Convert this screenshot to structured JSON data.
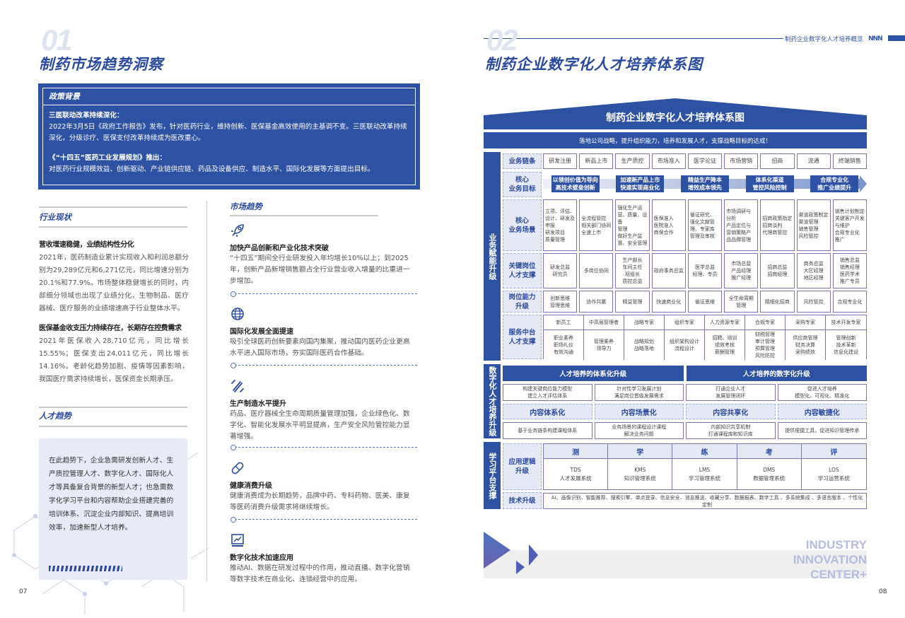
{
  "left": {
    "ghost_num": "01",
    "title": "制药市场趋势洞察",
    "policy": {
      "header": "政策背景",
      "items": [
        {
          "title": "三医联动改革持续深化：",
          "text": "2022年3月5日《政府工作报告》发布，针对医药行业，维持创新、医保基金高效使用的主基调不变。三医联动改革持续深化，分级诊疗、医保支付改革持续成为医改重心。"
        },
        {
          "title": "《“十四五”医药工业发展规划》推出：",
          "text": "对医药行业规模效益、创新驱动、产业链供应链、药品及设备供应、制造水平、国际化发展等方面提出目标。"
        }
      ]
    },
    "industry": {
      "header": "行业现状",
      "items": [
        {
          "title": "营收增速稳健，业绩结构性分化",
          "text": "2021年，医药制造业累计实现收入和利润总额分别为29,289亿元和6,271亿元，同比增速分别为20.1%和77.9%。市场整体稳健增长的同时，内部细分领域也出现了业绩分化，生物制品、医疗器械、医疗服务的业绩增速高于行业整体水平。"
        },
        {
          "title": "医保基金收支压力持续存在，长期存在控费需求",
          "text": "2021年医保收入28,710亿元，同比增长15.55%；医保支出24,011亿元，同比增长14.16%。老龄化趋势加剧、疫情等因素影响，我国医疗需求持续增长，医保资金长期承压。"
        }
      ]
    },
    "talent": {
      "header": "人才趋势",
      "text": "在此趋势下，企业急需研发创新人才、生产质控管理人才、数字化人才、国际化人才等具备复合背景的新型人才；也急需数字化学习平台和内容帮助企业搭建完善的培训体系、沉淀企业内部知识、提高培训效率，加速新型人才培养。"
    },
    "market": {
      "header": "市场趋势",
      "items": [
        {
          "icon": "rocket-icon",
          "title": "加快产品创新和产业化技术突破",
          "text": "“十四五”期间全行业研发投入年均增长10%以上；到2025年，创新产品新增销售额占全行业营业收入增量的比重进一步增加。"
        },
        {
          "icon": "globe-icon",
          "title": "国际化发展全面提速",
          "text": "吸引全球医药创新要素向国内集聚，推动国内医药企业更高水平进入国际市场，夯实国际医药合作基础。"
        },
        {
          "icon": "wrench-icon",
          "title": "生产制造水平提升",
          "text": "药品、医疗器械全生命周期质量管理加强，企业绿色化、数字化、智能化发展水平明显提高，生产安全风险管控能力显著增强。"
        },
        {
          "icon": "pill-icon",
          "title": "健康消费升级",
          "text": "健康消费成为长期趋势，品牌中药、专科药物、医美、康复等医药消费升级需求将继续增长。"
        },
        {
          "icon": "chart-icon",
          "title": "数字化技术加速应用",
          "text": "推动AI、数据在研发过程中的作用，推动直播、数字化营销等数字技术在商业化、连锁经营中的应用。"
        }
      ]
    },
    "page_num": "07"
  },
  "right": {
    "running_header": "制药企业数字化人才培养概览",
    "ghost_num": "02",
    "title": "制药企业数字化人才培养体系图",
    "diagram": {
      "title": "制药企业数字化人才培养体系图",
      "subtitle": "落地公司战略，提升组织能力，培养和发展人才，支撑战略目标的达成！",
      "sections": [
        "业务赋能升级",
        "数字化人才培养升级",
        "学习平台支撑"
      ],
      "row_labels": [
        "业务链条",
        "核心\n业务目标",
        "核心\n业务场景",
        "关键岗位\n人才支撑",
        "岗位能力\n升级",
        "服务中台\n人才支撑",
        "应用逻辑\n升级",
        "技术升级"
      ],
      "chain": [
        "研发注册",
        "新品上市",
        "生产质控",
        "市场准入",
        "医学论证",
        "市场营销",
        "招商",
        "流通",
        "终端销售"
      ],
      "goals": [
        "以领创价值为导向\n高技术壁垒创新",
        "加速新产品上市\n快速实现商业化",
        "精益生产降本\n增效成本领先",
        "体系化渠道\n管控风险控制",
        "合规专业化\n推广业绩提升"
      ],
      "scenes": [
        "立项、评估、\n设计、研发及\n申报\n研发项目\n质量管理",
        "全流程管控\n相关部门协同\n全速上市",
        "强化生产运\n营、质量、设备\n管理\n做好生产监\n督、安全管理",
        "医保准入\n医院准入\n商保合作",
        "循证研究、\n强化文献管\n理、专家库\n管理及审核",
        "市场调研与\n分析\n产品定位与\n营销策略产\n品品牌管理",
        "招商政策指定\n招商谈判\n代理商管控",
        "渠道政策制定\n渠道管理\n销售管理\n风险管控",
        "销售计划制定\n关键客户开发\n与维护\n合规专业化\n推广"
      ],
      "positions": [
        "研发总监\n研究员",
        "多岗位协同",
        "生产部长\n车间主任\n班组长\n质控总监",
        "政府事务总监",
        "医学总监\n经理、专员",
        "市场总监\n产品经理\n推广经理",
        "招商总监\n招商经理",
        "商务总监\n大区经理\n地区经理",
        "销售总监\n销售经理\n医药学术\n推广专员"
      ],
      "abilities": [
        "创新思维\n管理思维",
        "协作共赢",
        "精益管理",
        "快速商业化",
        "循证思维",
        "全生命周期\n管理",
        "精细化招商",
        "风险管控",
        "合规专业化"
      ],
      "service_heads": [
        "新员工",
        "中高层管理者",
        "战略专家",
        "组织专家",
        "人力资源专家",
        "合规专家",
        "采购专家",
        "技术开发专家"
      ],
      "service_items": [
        "职业素养\n职场礼仪\n有效沟通",
        "管理素养\n领导力",
        "战略规划\n战略落地",
        "组织架构设计\n流程设计",
        "招聘、培训\n绩效考核\n薪酬管理",
        "财税管理\n审计管理\n预算管理\n风险防控",
        "供应商管理\n财务决算\n采购绩效",
        "管理创新\n技术革新\n信息化建设"
      ],
      "upgrade_heads": [
        "人才培养的体系化升级",
        "人才培养的数字化升级"
      ],
      "upgrade_boxes": [
        "构建关键岗位能力模型\n建立人才评估体系",
        "针对性学习发展计划\n满足岗位晋级发展需求",
        "打通企业人才\n发展管理闭环",
        "促进人才培养\n模型化、可视化、精准化"
      ],
      "content_labels": [
        "内容体系化",
        "内容场景化",
        "内容共享化",
        "内容敏捷化"
      ],
      "content_boxes": [
        "基于业务链条构建课程体系",
        "业务场景的课程设计课程\n解决业务问题",
        "内部知识共享机制\n打通课程库和知识库",
        "提供便捷工具，促进知识管理传承"
      ],
      "logic_heads": [
        "测",
        "学",
        "练",
        "考",
        "评"
      ],
      "systems": [
        "TDS\n人才发展系统",
        "KMS\n知识管理系统",
        "LMS\n学习管理系统",
        "DMS\n数据管理系统",
        "LOS\n学习运营系统"
      ],
      "tech": "AI、画像识别、智能推荐、搜索引擎、单点登录、信息安全、消息推送、收藏分享、数据报表、数字工具 、多系统集成 、多语言版本 、个性化定制"
    },
    "brand": [
      "INDUSTRY",
      "INNOVATION",
      "CENTER+"
    ],
    "page_num": "08"
  },
  "colors": {
    "primary": "#2e52a3",
    "light": "#e4e9f5",
    "border": "#7b74b5",
    "brand_text": "#b4bce0"
  }
}
